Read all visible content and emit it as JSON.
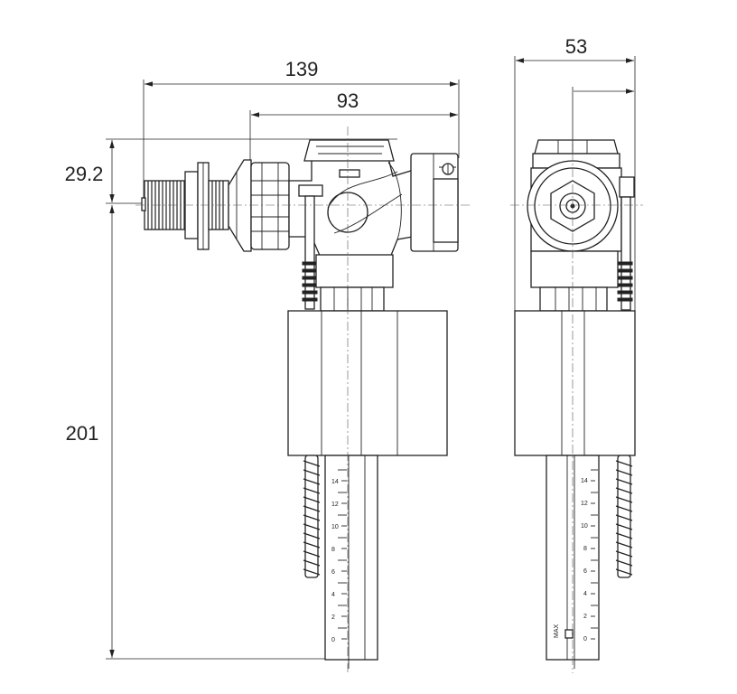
{
  "dimensions": {
    "overall_length": "139",
    "valve_offset": "93",
    "height_offset": "29.2",
    "body_height": "201",
    "side_width": "53"
  },
  "scale_labels": {
    "front": [
      "14",
      "12",
      "10",
      "8",
      "6",
      "4",
      "2",
      "0"
    ],
    "side": [
      "14",
      "12",
      "10",
      "8",
      "6",
      "4",
      "2",
      "0"
    ]
  },
  "side_scale_marking": "MAX"
}
